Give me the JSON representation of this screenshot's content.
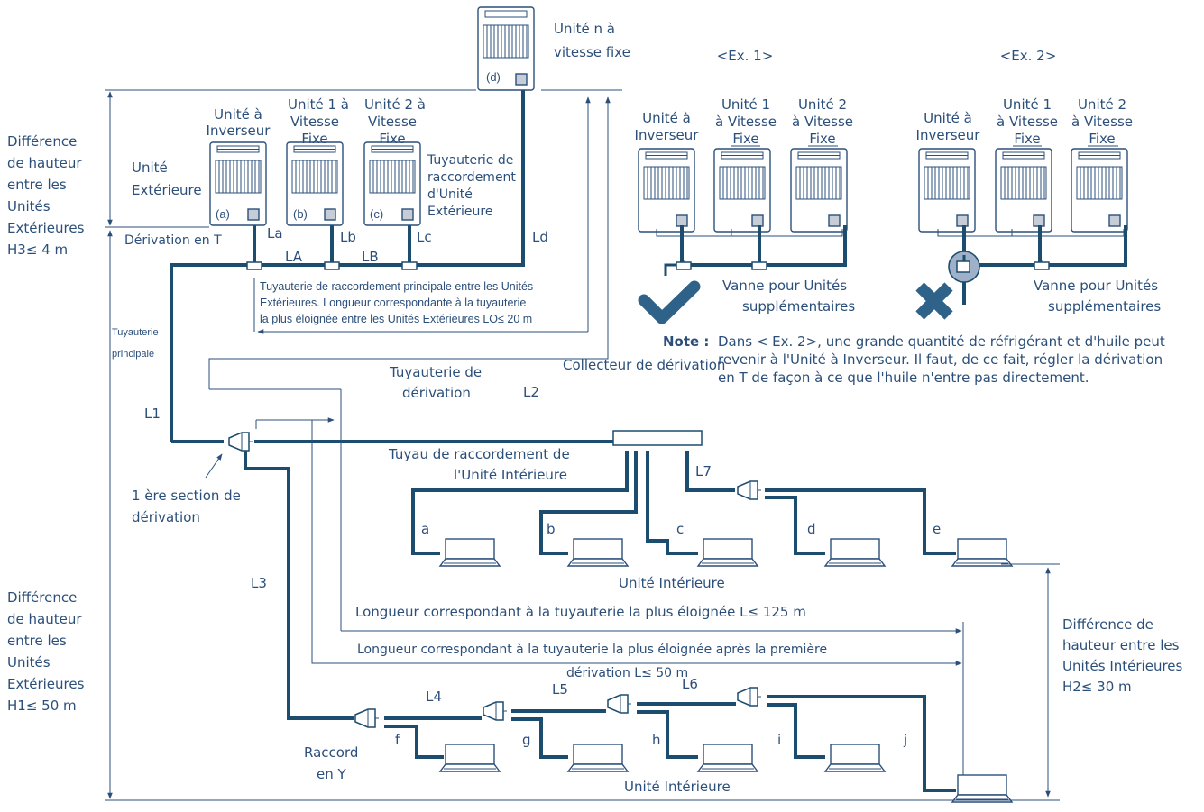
{
  "outdoor": {
    "unit_n_line1": "Unité n à",
    "unit_n_line2": "vitesse fixe",
    "unit_n_tag": "(d)",
    "inverter_line1": "Unité à",
    "inverter_line2": "Inverseur",
    "fixed1_line1": "Unité 1 à",
    "fixed1_line2": "Vitesse",
    "fixed1_line3": "Fixe",
    "fixed2_line1": "Unité 2 à",
    "fixed2_line2": "Vitesse",
    "fixed2_line3": "Fixe",
    "tag_a": "(a)",
    "tag_b": "(b)",
    "tag_c": "(c)",
    "outdoor_unit_line1": "Unité",
    "outdoor_unit_line2": "Extérieure",
    "conn_pipe_line1": "Tuyauterie de",
    "conn_pipe_line2": "raccordement",
    "conn_pipe_line3": "d'Unité",
    "conn_pipe_line4": "Extérieure",
    "tee": "Dérivation en T",
    "La": "La",
    "Lb": "Lb",
    "Lc": "Lc",
    "Ld": "Ld",
    "LA": "LA",
    "LB": "LB",
    "main_conn_line1": "Tuyauterie de raccordement principale entre les Unités",
    "main_conn_line2": "Extérieures. Longueur correspondante à la tuyauterie",
    "main_conn_line3": "la plus éloignée entre les Unités Extérieures LO≤ 20 m"
  },
  "left_labels": {
    "h3_line1": "Différence",
    "h3_line2": "de hauteur",
    "h3_line3": "entre les",
    "h3_line4": "Unités",
    "h3_line5": "Extérieures",
    "h3_line6": "H3≤ 4 m",
    "main_pipe_line1": "Tuyauterie",
    "main_pipe_line2": "principale",
    "L1": "L1",
    "L3": "L3",
    "first_branch_line1": "1 ère section de",
    "first_branch_line2": "dérivation",
    "h1_line1": "Différence",
    "h1_line2": "de hauteur",
    "h1_line3": "entre les",
    "h1_line4": "Unités",
    "h1_line5": "Extérieures",
    "h1_line6": "H1≤ 50 m"
  },
  "examples": {
    "ex1_title": "<Ex. 1>",
    "ex2_title": "<Ex. 2>",
    "inverter_line1": "Unité à",
    "inverter_line2": "Inverseur",
    "unit1_line1": "Unité 1",
    "unit1_line2": "à Vitesse",
    "unit1_line3": "Fixe",
    "unit2_line1": "Unité 2",
    "unit2_line2": "à Vitesse",
    "unit2_line3": "Fixe",
    "valve_line1": "Vanne pour Unités",
    "valve_line2": "supplémentaires",
    "note_label": "Note :",
    "note_line1": "Dans < Ex. 2>, une grande quantité de réfrigérant et d'huile peut",
    "note_line2": "revenir à l'Unité à Inverseur. Il faut, de ce fait, régler la dérivation",
    "note_line3": "en T de façon à ce que l'huile n'entre pas directement."
  },
  "indoor": {
    "branch_pipe_line1": "Tuyauterie de",
    "branch_pipe_line2": "dérivation",
    "L2": "L2",
    "header": "Collecteur de dérivation",
    "indoor_conn_line1": "Tuyau de raccordement de",
    "indoor_conn_line2": "l'Unité Intérieure",
    "L7": "L7",
    "a": "a",
    "b": "b",
    "c": "c",
    "d": "d",
    "e": "e",
    "indoor_unit_top": "Unité Intérieure",
    "longest": "Longueur correspondant à la tuyauterie la plus éloignée L≤ 125 m",
    "after_first_line1": "Longueur correspondant à la tuyauterie la plus éloignée après la première",
    "after_first_line2": "dérivation L≤ 50 m",
    "L4": "L4",
    "L5": "L5",
    "L6": "L6",
    "f": "f",
    "g": "g",
    "h": "h",
    "i": "i",
    "j": "j",
    "y_joint_line1": "Raccord",
    "y_joint_line2": "en Y",
    "indoor_unit_bottom": "Unité Intérieure",
    "h2_line1": "Différence de",
    "h2_line2": "hauteur entre les",
    "h2_line3": "Unités Intérieures",
    "h2_line4": "H2≤ 30 m"
  }
}
